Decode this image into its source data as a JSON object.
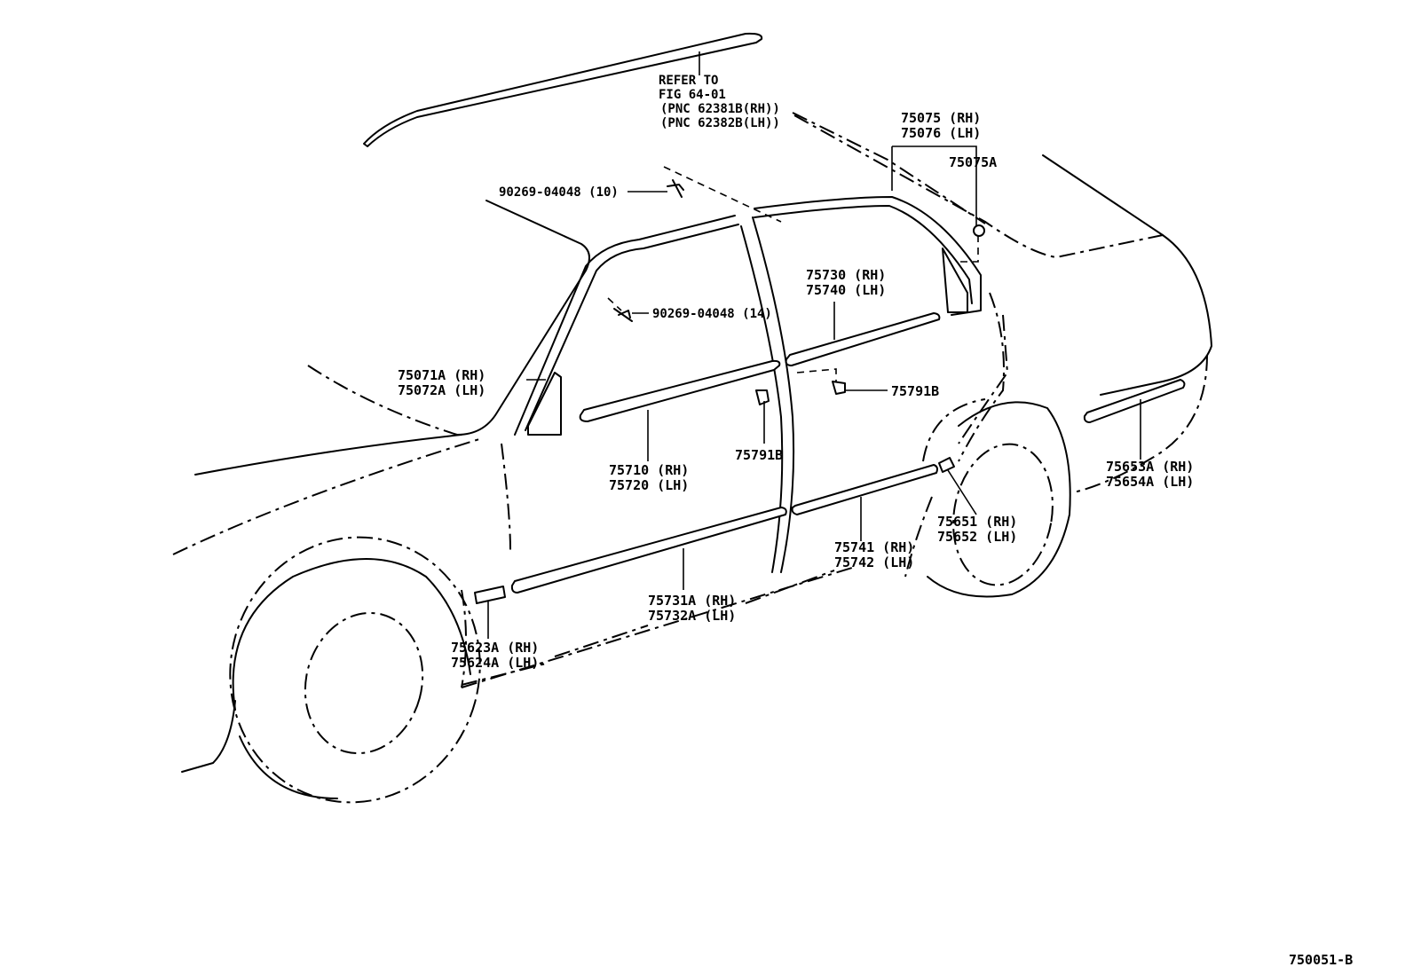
{
  "diagram_id": "750051-B",
  "refer_note": {
    "line1": "REFER TO",
    "line2": "FIG 64-01",
    "line3": "(PNC 62381B(RH))",
    "line4": "(PNC 62382B(LH))"
  },
  "callouts": {
    "roof_rh": "75075 (RH)",
    "roof_lh": "75076 (LH)",
    "roof_clip": "75075A",
    "screw_10": "90269-04048 (10)",
    "screw_14": "90269-04048 (14)",
    "rear_belt_rh": "75730 (RH)",
    "rear_belt_lh": "75740 (LH)",
    "pillar_rh": "75071A (RH)",
    "pillar_lh": "75072A (LH)",
    "clip_rear": "75791B",
    "clip_front": "75791B",
    "front_belt_rh": "75710 (RH)",
    "front_belt_lh": "75720 (LH)",
    "quarter_rh": "75653A (RH)",
    "quarter_lh": "75654A (LH)",
    "rear_emblem_rh": "75651 (RH)",
    "rear_emblem_lh": "75652 (LH)",
    "rear_side_rh": "75741 (RH)",
    "rear_side_lh": "75742 (LH)",
    "front_side_rh": "75731A (RH)",
    "front_side_lh": "75732A (LH)",
    "fender_rh": "75623A (RH)",
    "fender_lh": "75624A (LH)"
  }
}
